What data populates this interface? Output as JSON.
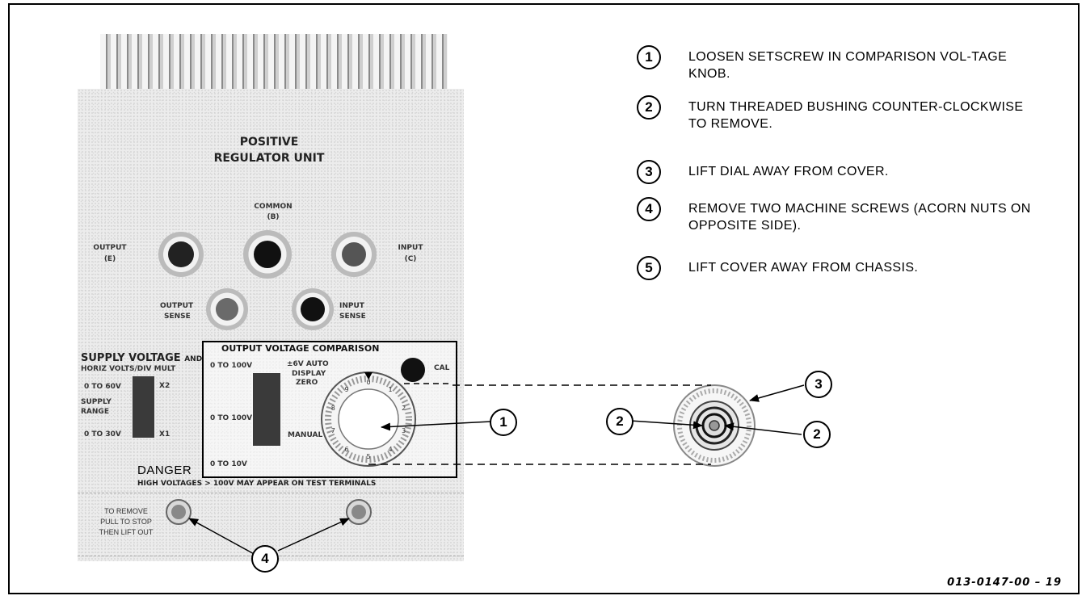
{
  "panel": {
    "title_line1": "POSITIVE",
    "title_line2": "REGULATOR UNIT",
    "common_label": "COMMON",
    "common_sub": "(B)",
    "output_label": "OUTPUT",
    "output_sub": "(E)",
    "input_label": "INPUT",
    "input_sub": "(C)",
    "output_sense_1": "OUTPUT",
    "output_sense_2": "SENSE",
    "input_sense_1": "INPUT",
    "input_sense_2": "SENSE",
    "supply_voltage": "SUPPLY VOLTAGE",
    "supply_and": "AND",
    "horiz": "HORIZ VOLTS/DIV MULT",
    "range_60": "0 TO 60V",
    "supply_range_1": "SUPPLY",
    "supply_range_2": "RANGE",
    "range_30": "0 TO 30V",
    "x2": "X2",
    "x1": "X1",
    "comparison_title": "OUTPUT VOLTAGE COMPARISON",
    "cmp_0_100_top": "0 TO 100V",
    "cmp_auto": "±6V AUTO",
    "cmp_display_1": "DISPLAY",
    "cmp_display_2": "ZERO",
    "cmp_0_100_mid": "0 TO 100V",
    "cmp_manual": "MANUAL",
    "cmp_0_10": "0 TO 10V",
    "cal": "CAL",
    "danger": "DANGER",
    "warning": "HIGH VOLTAGES > 100V MAY APPEAR ON TEST TERMINALS",
    "remove_1": "TO REMOVE",
    "remove_2": "PULL TO STOP",
    "remove_3": "THEN LIFT OUT"
  },
  "steps": [
    {
      "num": "1",
      "text": "LOOSEN SETSCREW IN COMPARISON VOL-TAGE KNOB."
    },
    {
      "num": "2",
      "text": "TURN THREADED BUSHING COUNTER-CLOCKWISE TO REMOVE."
    },
    {
      "num": "3",
      "text": "LIFT DIAL AWAY FROM COVER."
    },
    {
      "num": "4",
      "text": "REMOVE TWO MACHINE SCREWS (ACORN NUTS ON OPPOSITE SIDE)."
    },
    {
      "num": "5",
      "text": "LIFT COVER AWAY FROM CHASSIS."
    }
  ],
  "callouts": {
    "c1": "1",
    "c2a": "2",
    "c2b": "2",
    "c3": "3",
    "c4": "4"
  },
  "dial_numbers": [
    "0",
    "1",
    "2",
    "3",
    "4",
    "5",
    "6",
    "7",
    "8",
    "9"
  ],
  "reference": "013-0147-00 – 19"
}
